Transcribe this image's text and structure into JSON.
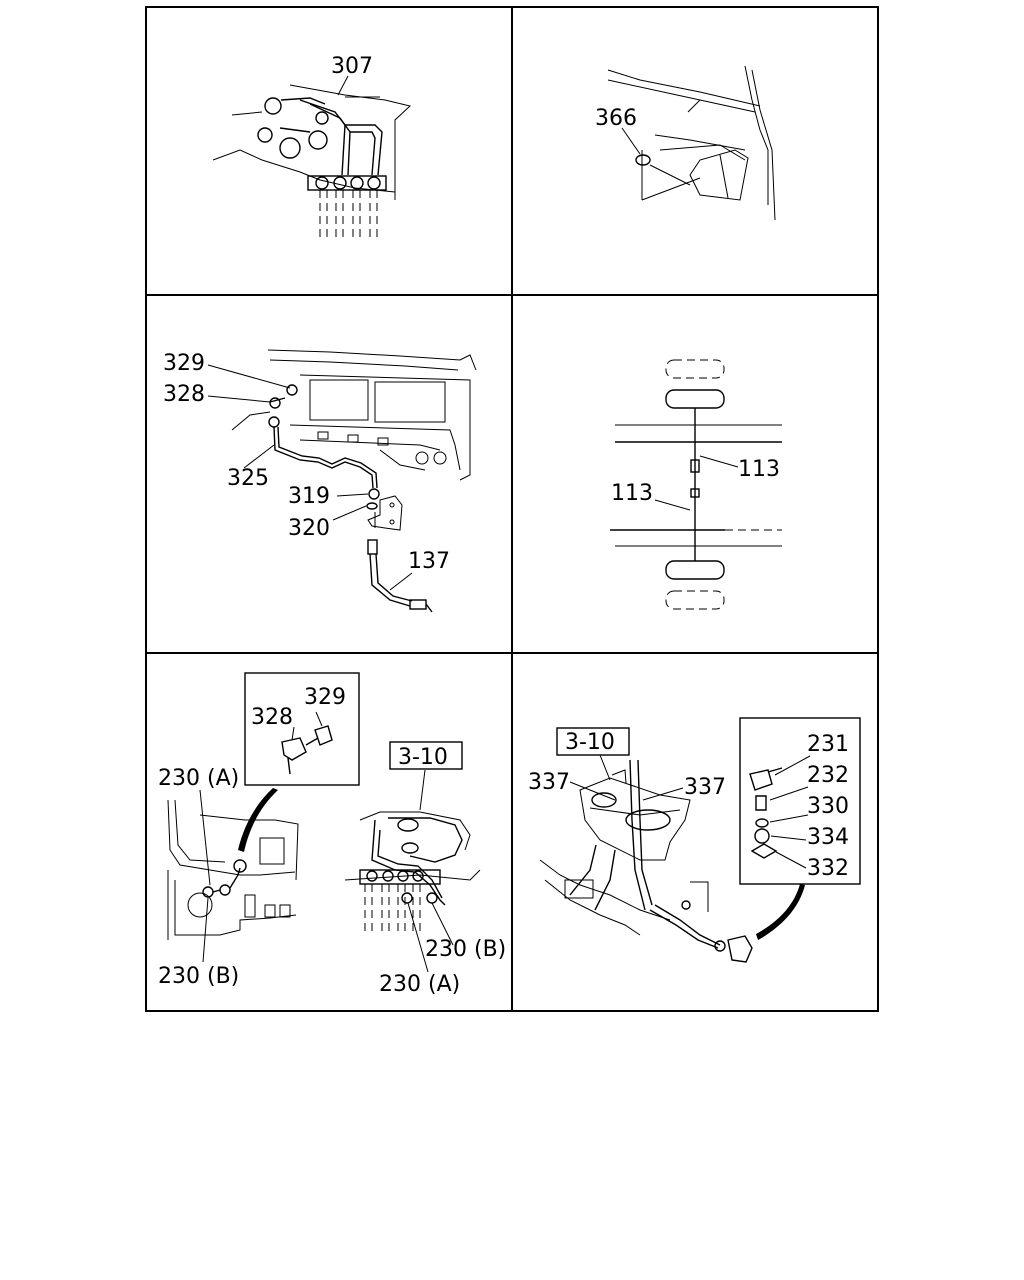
{
  "panels": [
    {
      "id": "top-left",
      "labels": [
        "307"
      ]
    },
    {
      "id": "top-right",
      "labels": [
        "366"
      ]
    },
    {
      "id": "middle-left",
      "labels": [
        "329",
        "328",
        "325",
        "319",
        "320",
        "137"
      ]
    },
    {
      "id": "middle-right",
      "labels": [
        "113",
        "113"
      ]
    },
    {
      "id": "bottom-left",
      "labels": [
        "328",
        "329",
        "3-10",
        "230 (A)",
        "230 (B)",
        "230 (B)",
        "230 (A)"
      ]
    },
    {
      "id": "bottom-right",
      "labels": [
        "3-10",
        "337",
        "337",
        "231",
        "232",
        "330",
        "334",
        "332"
      ]
    }
  ]
}
